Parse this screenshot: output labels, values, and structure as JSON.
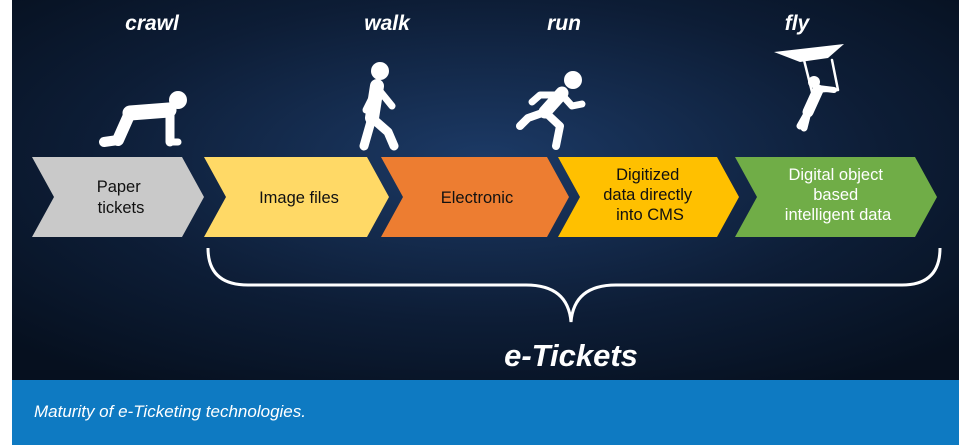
{
  "stages": [
    "crawl",
    "walk",
    "run",
    "fly"
  ],
  "steps": [
    {
      "lines": [
        "Paper",
        "tickets"
      ],
      "fill": "#c9c9c9",
      "text_color": "#111111"
    },
    {
      "lines": [
        "Image files"
      ],
      "fill": "#ffd966",
      "text_color": "#111111"
    },
    {
      "lines": [
        "Electronic"
      ],
      "fill": "#ed7d31",
      "text_color": "#111111"
    },
    {
      "lines": [
        "Digitized",
        "data directly",
        "into CMS"
      ],
      "fill": "#ffc000",
      "text_color": "#111111"
    },
    {
      "lines": [
        "Digital object",
        "based",
        "intelligent data"
      ],
      "fill": "#70ad47",
      "text_color": "#ffffff"
    }
  ],
  "group_label": "e-Tickets",
  "caption": "Maturity of e-Ticketing technologies.",
  "colors": {
    "background_center": "#1c3a66",
    "background_edge": "#06101f",
    "caption_bar": "#0e7ac2",
    "icon": "#ffffff"
  },
  "icons": [
    "crawling-person-icon",
    "walking-person-icon",
    "running-person-icon",
    "hang-glider-icon"
  ]
}
